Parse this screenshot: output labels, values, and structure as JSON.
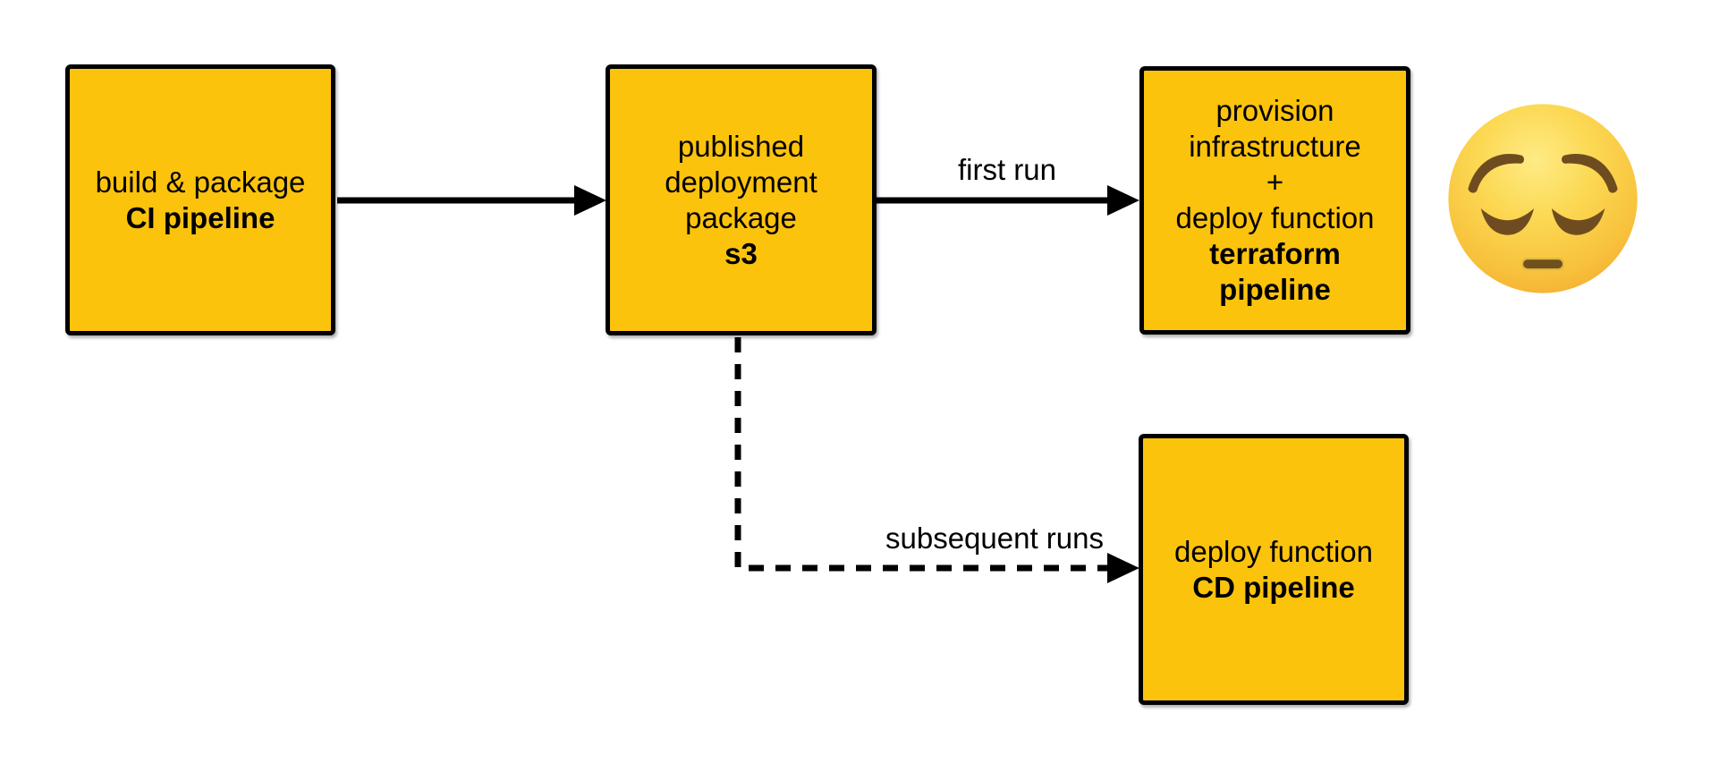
{
  "canvas": {
    "bg": "#ffffff",
    "node_fill": "#fcc30d",
    "node_border": "#000000",
    "text_color": "#000000",
    "line_color": "#000000"
  },
  "nodes": {
    "ci": {
      "line1": "build & package",
      "line2": "CI pipeline"
    },
    "s3": {
      "line1": "published",
      "line2": "deployment",
      "line3": "package",
      "line4": "s3"
    },
    "terraform": {
      "line1": "provision",
      "line2": "infrastructure",
      "line3": "+",
      "line4": "deploy function",
      "line5": "terraform",
      "line6": "pipeline"
    },
    "cd": {
      "line1": "deploy function",
      "line2": "CD pipeline"
    }
  },
  "edges": {
    "ci_to_s3": {
      "label": "",
      "style": "solid"
    },
    "s3_to_terraform": {
      "label": "first run",
      "style": "solid"
    },
    "s3_to_cd": {
      "label": "subsequent runs",
      "style": "dashed"
    }
  },
  "emoji": {
    "name": "pensive-face"
  }
}
